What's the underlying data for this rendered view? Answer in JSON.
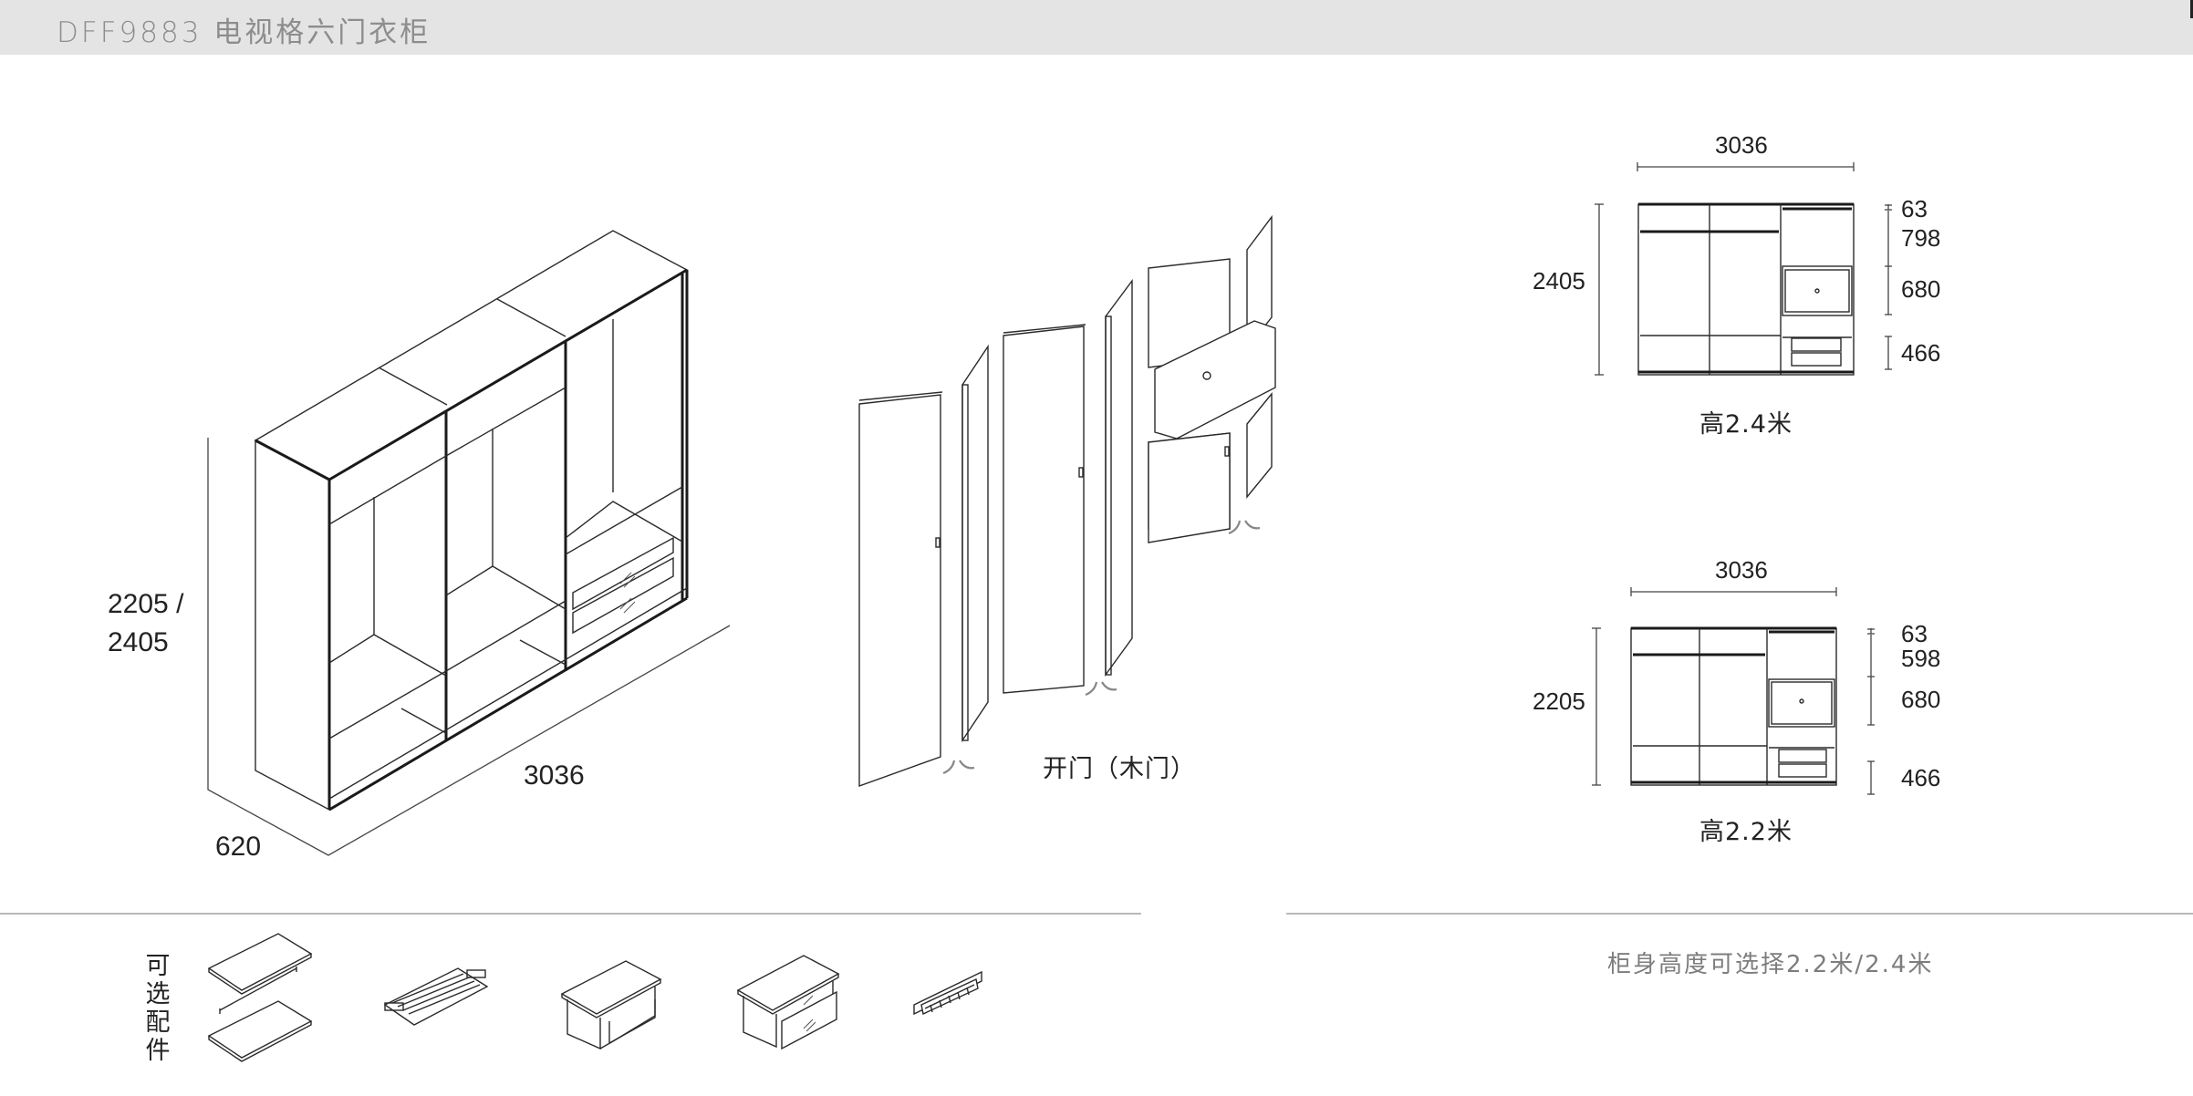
{
  "header": {
    "title": "DFF9883 电视格六门衣柜"
  },
  "isometric_view": {
    "height_label_line1": "2205 /",
    "height_label_line2": "2405",
    "width_label": "3036",
    "depth_label": "620"
  },
  "door_view": {
    "caption": "开门（木门）"
  },
  "elevations": [
    {
      "caption": "高2.4米",
      "total_width": "3036",
      "total_height": "2405",
      "section_dims": [
        "63",
        "798",
        "680",
        "466"
      ]
    },
    {
      "caption": "高2.2米",
      "total_width": "3036",
      "total_height": "2205",
      "section_dims": [
        "63",
        "598",
        "680",
        "466"
      ]
    }
  ],
  "accessories": {
    "label_chars": [
      "可",
      "选",
      "配",
      "件"
    ],
    "items": [
      {
        "icon": "shelf-panels-icon"
      },
      {
        "icon": "pull-out-rack-icon"
      },
      {
        "icon": "open-drawer-unit-icon"
      },
      {
        "icon": "glass-drawer-unit-icon"
      },
      {
        "icon": "trouser-rack-icon"
      }
    ]
  },
  "footer_note": "柜身高度可选择2.2米/2.4米",
  "colors": {
    "header_bg": "#e4e4e4",
    "header_text": "#8d8d8d",
    "line": "#2a2a2a",
    "divider": "#b9b9b9",
    "note_text": "#7d7d7d",
    "swing_arrow": "#888888"
  }
}
